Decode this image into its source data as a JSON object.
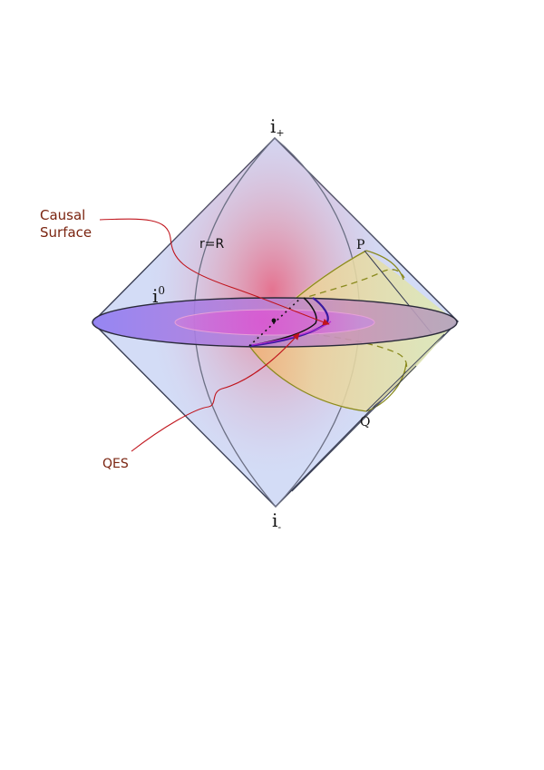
{
  "labels": {
    "i_plus_base": "i",
    "i_plus_sub": "+",
    "i_minus_base": "i",
    "i_minus_sub": "-",
    "i0_base": "i",
    "i0_sup": "0",
    "boundary": "r=R",
    "point_p": "P",
    "point_q": "Q",
    "causal_surface_line1": "Causal",
    "causal_surface_line2": "Surface",
    "qes": "QES"
  },
  "colors": {
    "diamond_fill": "#d3dcf6",
    "diamond_stroke": "#3a3f55",
    "bulk_glow": "#e05a7a",
    "disk_fill": "#9b7ff0",
    "wedge_fill": "#dfe6b4",
    "wedge_stroke": "#8a8a1e",
    "annotation": "#c0141c",
    "annotation_text": "#7a2410",
    "extremal_curve": "#3a1aa0"
  }
}
